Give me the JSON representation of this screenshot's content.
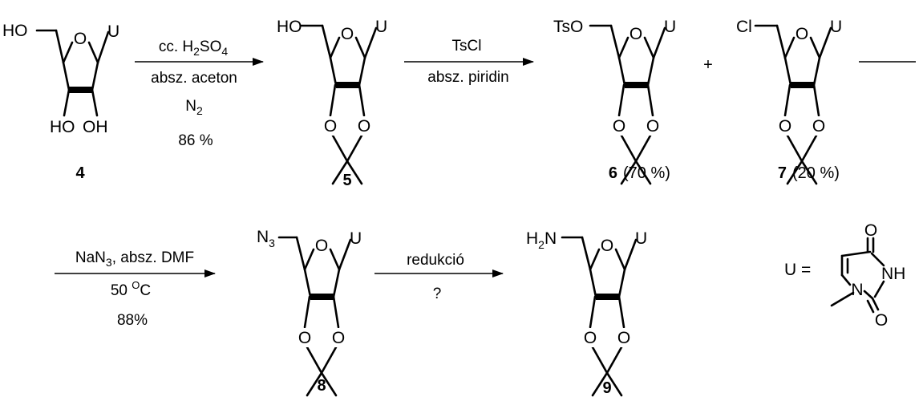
{
  "compounds": {
    "c4": {
      "number": "4",
      "sub5": "HO",
      "ring_o": "O",
      "base": "U",
      "oh3": "HO",
      "oh2": "OH"
    },
    "c5": {
      "number": "5",
      "sub5": "HO",
      "ring_o": "O",
      "base": "U",
      "o3": "O",
      "o2": "O"
    },
    "c6": {
      "number": "6",
      "yield": "(70 %)",
      "sub5": "TsO",
      "ring_o": "O",
      "base": "U",
      "o3": "O",
      "o2": "O"
    },
    "c7": {
      "number": "7",
      "yield": "(20 %)",
      "sub5": "Cl",
      "ring_o": "O",
      "base": "U",
      "o3": "O",
      "o2": "O"
    },
    "c8": {
      "number": "8",
      "sub5": "N3",
      "ring_o": "O",
      "base": "U",
      "o3": "O",
      "o2": "O"
    },
    "c9": {
      "number": "9",
      "sub5": "H2N",
      "ring_o": "O",
      "base": "U",
      "o3": "O",
      "o2": "O"
    }
  },
  "plus": "+",
  "reactions": {
    "r1": {
      "line1": "cc. H2SO4",
      "line2": "absz. aceton",
      "line3": "N2",
      "line4": "86 %"
    },
    "r2": {
      "line1": "TsCl",
      "line2": "absz. piridin"
    },
    "r3": {
      "line1": "NaN3, absz. DMF",
      "line2": "50 °C",
      "line3": "88%"
    },
    "r4": {
      "line1": "redukció",
      "line2": "?"
    }
  },
  "legend": {
    "label": "U =",
    "o_top": "O",
    "nh": "NH",
    "n": "N",
    "o_bottom": "O"
  }
}
